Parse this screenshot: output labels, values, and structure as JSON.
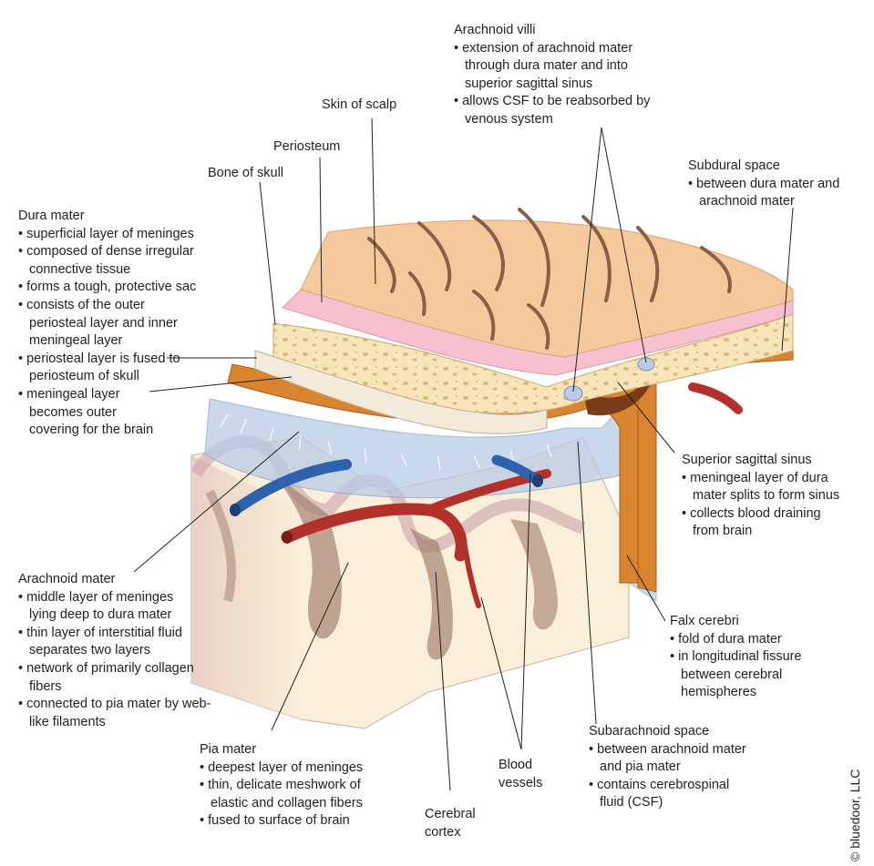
{
  "labels": {
    "arachnoid_villi": {
      "title": "Arachnoid villi",
      "points": [
        "extension of arachnoid mater through dura mater and into superior sagittal sinus",
        "allows CSF to be reabsorbed by venous system"
      ]
    },
    "skin_of_scalp": {
      "title": "Skin of scalp"
    },
    "periosteum": {
      "title": "Periosteum"
    },
    "bone_of_skull": {
      "title": "Bone of skull"
    },
    "subdural_space": {
      "title": "Subdural space",
      "points": [
        "between dura mater and arachnoid mater"
      ]
    },
    "dura_mater": {
      "title": "Dura mater",
      "points": [
        "superficial layer of meninges",
        "composed of dense irregular connective tissue",
        "forms a tough, protective sac",
        "consists of the outer periosteal layer and inner meningeal layer",
        "periosteal layer is fused to periosteum of skull",
        "meningeal layer becomes outer covering for the brain"
      ]
    },
    "superior_sagittal_sinus": {
      "title": "Superior sagittal sinus",
      "points": [
        "meningeal layer of dura mater splits to form sinus",
        "collects blood draining from brain"
      ]
    },
    "arachnoid_mater": {
      "title": "Arachnoid mater",
      "points": [
        "middle layer of meninges lying deep to dura mater",
        "thin layer of interstitial fluid separates two layers",
        "network of primarily collagen fibers",
        "connected to pia mater by web-like filaments"
      ]
    },
    "falx_cerebri": {
      "title": "Falx cerebri",
      "points": [
        "fold of dura mater",
        "in longitudinal fissure between cerebral hemispheres"
      ]
    },
    "pia_mater": {
      "title": "Pia mater",
      "points": [
        "deepest layer of meninges",
        "thin, delicate meshwork of elastic and collagen fibers",
        "fused to surface of brain"
      ]
    },
    "blood_vessels": {
      "title": "Blood vessels"
    },
    "cerebral_cortex": {
      "title": "Cerebral cortex"
    },
    "subarachnoid_space": {
      "title": "Subarachnoid space",
      "points": [
        "between arachnoid mater and pia mater",
        "contains cerebrospinal fluid (CSF)"
      ]
    }
  },
  "copyright": "© bluedoor, LLC",
  "colors": {
    "skin": "#f5c99b",
    "periosteum": "#f6c0cf",
    "bone": "#f7e4b8",
    "dura": "#d9842e",
    "arachnoid": "#b9cbe6",
    "cortex": "#f9efda",
    "sulcus": "#a07a6a",
    "artery": "#b3312a",
    "vein": "#2f62ad"
  }
}
